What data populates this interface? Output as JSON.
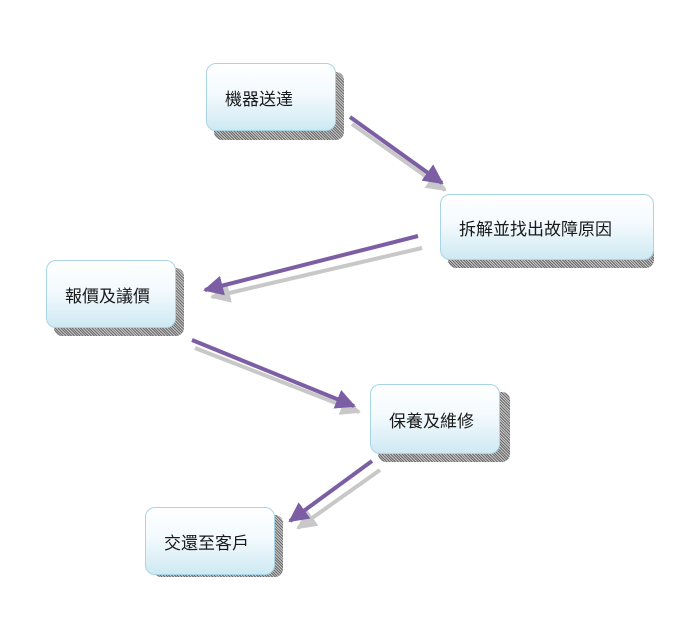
{
  "nodes": [
    {
      "id": "n1",
      "label": "機器送達"
    },
    {
      "id": "n2",
      "label": "拆解並找出故障原因"
    },
    {
      "id": "n3",
      "label": "報價及議價"
    },
    {
      "id": "n4",
      "label": "保養及維修"
    },
    {
      "id": "n5",
      "label": "交還至客戶"
    }
  ],
  "edges": [
    {
      "from": "n1",
      "to": "n2"
    },
    {
      "from": "n2",
      "to": "n3"
    },
    {
      "from": "n3",
      "to": "n4"
    },
    {
      "from": "n4",
      "to": "n5"
    }
  ],
  "colors": {
    "arrow": "#7b5ea3",
    "arrow_shadow": "#c8c8c8",
    "node_border": "#a9d4e6",
    "node_fill_bottom": "#cfe9f3"
  }
}
